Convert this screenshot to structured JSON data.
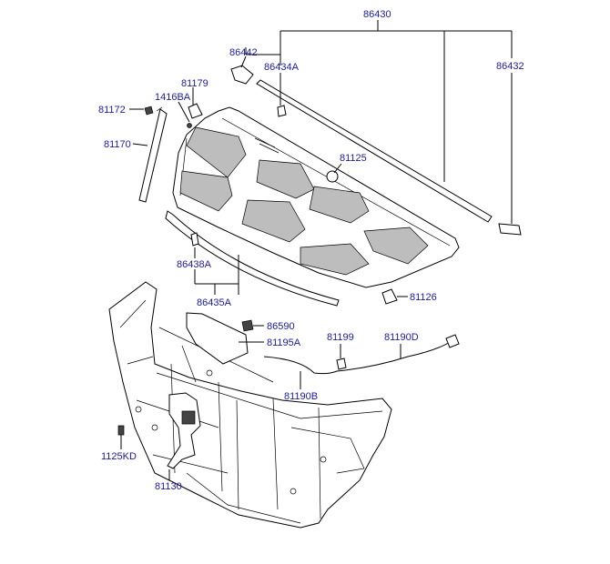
{
  "diagram": {
    "labels": {
      "p86430": "86430",
      "p86442": "86442",
      "p86434A": "86434A",
      "p86432": "86432",
      "p81179": "81179",
      "p1416BA": "1416BA",
      "p81172": "81172",
      "p81170": "81170",
      "p81125": "81125",
      "p86438A": "86438A",
      "p86435A": "86435A",
      "p81126": "81126",
      "p86590": "86590",
      "p81195A": "81195A",
      "p81199": "81199",
      "p81190D": "81190D",
      "p81190B": "81190B",
      "p1125KD": "1125KD",
      "p81130": "81130"
    }
  }
}
